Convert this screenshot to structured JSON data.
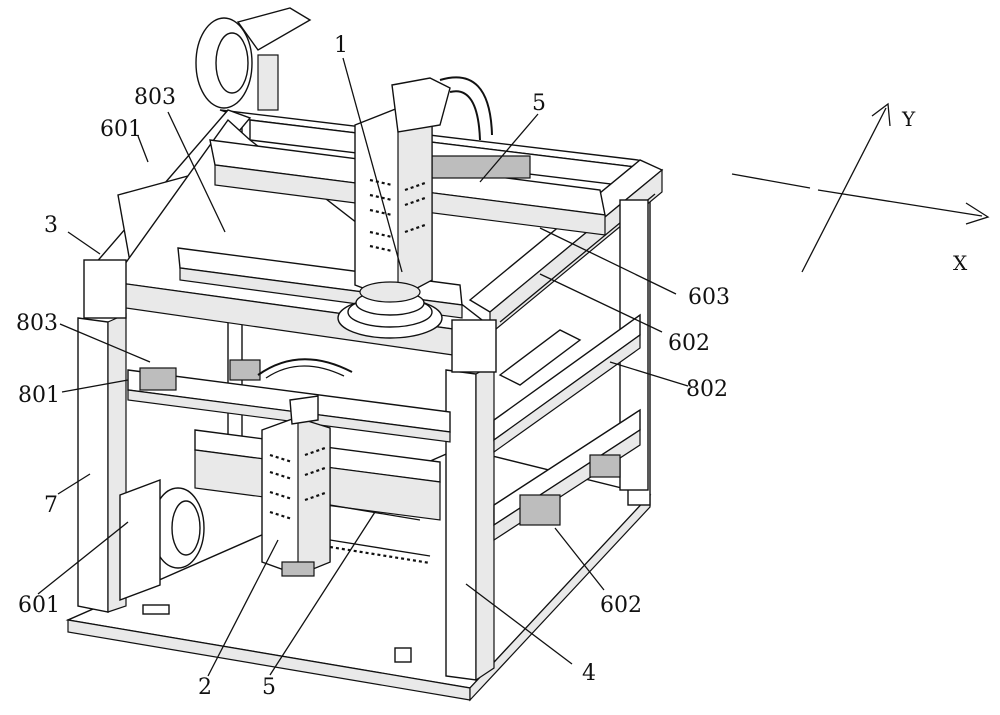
{
  "labels": {
    "l1": "1",
    "l2": "2",
    "l3": "3",
    "l4": "4",
    "l5_top": "5",
    "l5_bottom": "5",
    "l601_top": "601",
    "l601_bottom": "601",
    "l602_mid": "602",
    "l602_bottom": "602",
    "l603": "603",
    "l7": "7",
    "l801": "801",
    "l802": "802",
    "l803_top": "803",
    "l803_mid": "803"
  },
  "axes": {
    "x": "X",
    "y": "Y"
  }
}
